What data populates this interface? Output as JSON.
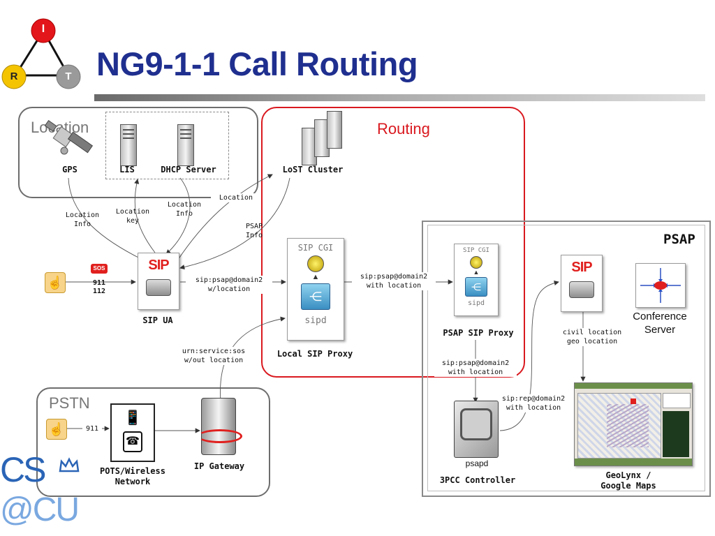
{
  "slide": {
    "title": "NG9-1-1 Call Routing"
  },
  "logo_irt": {
    "letters": [
      "I",
      "R",
      "T"
    ]
  },
  "logo_cs": {
    "line1": "CS",
    "line2": "@CU"
  },
  "groups": {
    "location": "Location",
    "routing": "Routing",
    "pstn": "PSTN",
    "psap": "PSAP"
  },
  "nodes": {
    "gps": "GPS",
    "lis": "LIS",
    "dhcp": "DHCP Server",
    "lost": "LoST Cluster",
    "sip_ua": "SIP UA",
    "local_sip_proxy": "Local SIP Proxy",
    "psap_sip_proxy": "PSAP SIP Proxy",
    "conference_server": [
      "Conference",
      "Server"
    ],
    "pots_network": [
      "POTS/Wireless",
      "Network"
    ],
    "ip_gateway": "IP Gateway",
    "psapd": "psapd",
    "controller": "3PCC Controller",
    "geolynx": [
      "GeoLynx /",
      "Google Maps"
    ],
    "sos_numbers": [
      "911",
      "112"
    ],
    "sos_badge": "SOS",
    "sip_logo": "SIP",
    "sip_cgi": "SIP CGI",
    "sipd": "sipd"
  },
  "edge_labels": {
    "gps_location_info": [
      "Location",
      "Info"
    ],
    "location_key": [
      "Location",
      "key"
    ],
    "dhcp_location_info": [
      "Location",
      "Info"
    ],
    "lost_location": "Location",
    "psap_info": [
      "PSAP",
      "Info"
    ],
    "ua_to_proxy": [
      "sip:psap@domain2",
      "w/location"
    ],
    "proxy_to_psap": [
      "sip:psap@domain2",
      "with location"
    ],
    "urn_service": [
      "urn:service:sos",
      "w/out location"
    ],
    "psap_to_3pcc": [
      "sip:psap@domain2",
      "with location"
    ],
    "rep_to_phone": [
      "sip:rep@domain2",
      "with location"
    ],
    "civil_geo": [
      "civil location",
      "geo location"
    ],
    "pstn_911": "911"
  },
  "colors": {
    "title": "#1f2f8f",
    "routing_border": "#d9191f",
    "routing_text": "#d9191f",
    "group_border": "#6d6d6d",
    "irt_i": "#e3161b",
    "irt_r": "#f5c400",
    "irt_t": "#9a9a9a",
    "cs_logo": "#2a64b6"
  }
}
